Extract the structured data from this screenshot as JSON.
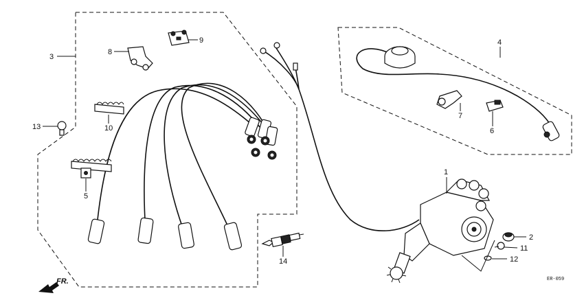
{
  "callouts": {
    "p1": "1",
    "p2": "2",
    "p3": "3",
    "p4": "4",
    "p5": "5",
    "p6": "6",
    "p7": "7",
    "p8": "8",
    "p9": "9",
    "p10": "10",
    "p11": "11",
    "p12": "12",
    "p13": "13",
    "p14": "14"
  },
  "direction_label": "FR.",
  "diagram_code": "ER-059"
}
